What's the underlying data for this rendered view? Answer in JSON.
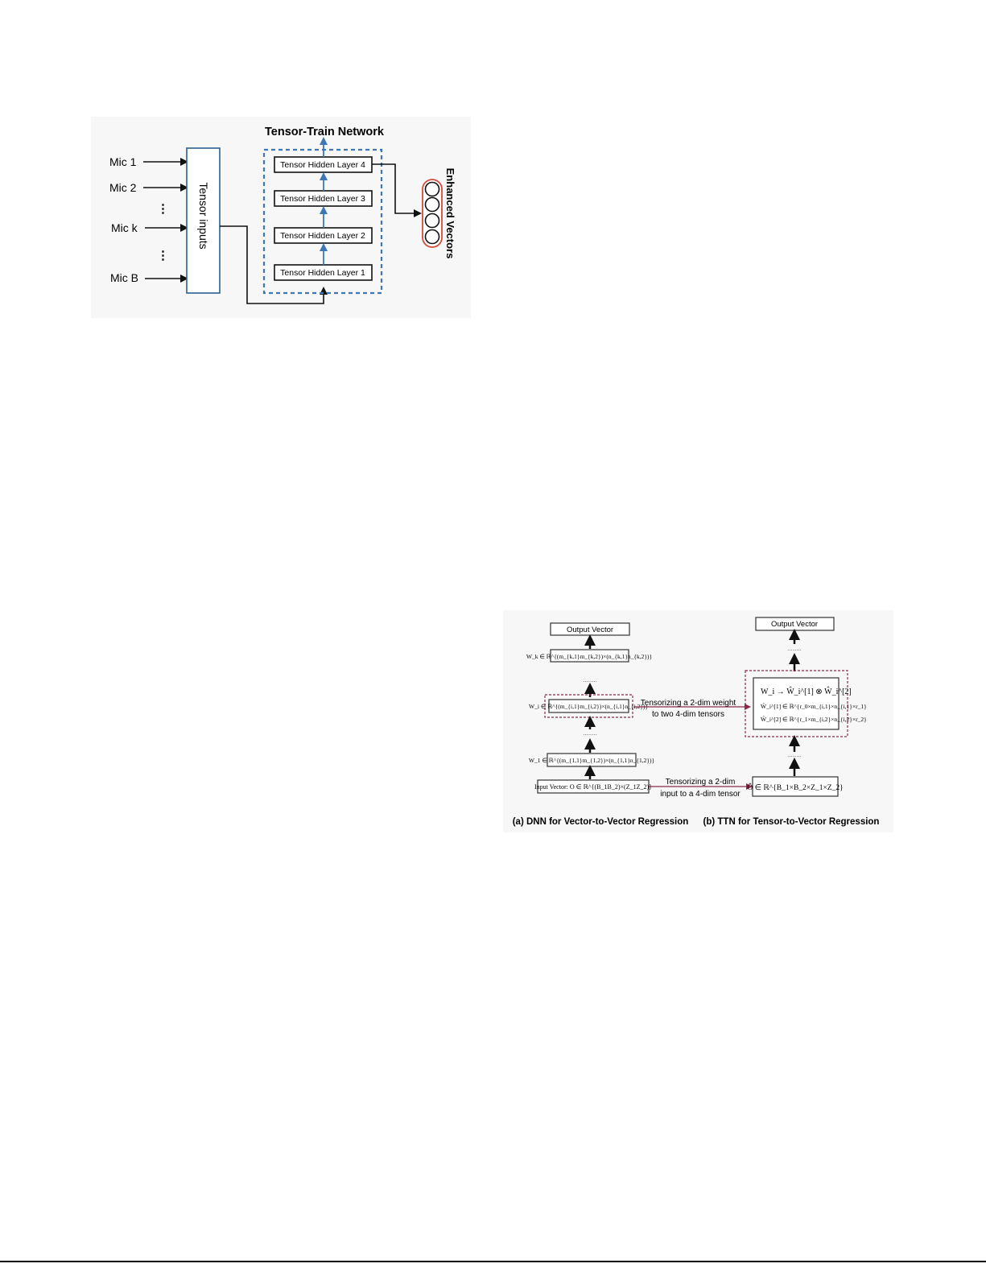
{
  "figure1": {
    "title": "Tensor-Train Network",
    "mics": [
      "Mic 1",
      "Mic 2",
      "Mic k",
      "Mic B"
    ],
    "ellipsis": "⋮",
    "tensor_inputs_label": "Tensor inputs",
    "hidden_layers": [
      "Tensor Hidden Layer 4",
      "Tensor Hidden Layer 3",
      "Tensor Hidden Layer 2",
      "Tensor Hidden Layer 1"
    ],
    "output_label": "Enhanced Vectors",
    "colors": {
      "accent_blue": "#3d78b4",
      "box_border": "#2a5f8f",
      "output_ring": "#d64a3b"
    }
  },
  "figure2": {
    "left": {
      "output": "Output Vector",
      "wk": "W_k ∈ ℝ^{(m_{k,1}m_{k,2})×(n_{k,1}n_{k,2})}",
      "wi": "W_i ∈ ℝ^{(m_{i,1}m_{i,2})×(n_{i,1}n_{i,2})}",
      "w1": "W_1 ∈ ℝ^{(m_{1,1}m_{1,2})×(n_{1,1}n_{1,2})}",
      "input": "Input Vector: O ∈ ℝ^{(B_1B_2)×(Z_1Z_2)}",
      "dots": "........",
      "caption": "(a) DNN for Vector-to-Vector Regression"
    },
    "right": {
      "output": "Output Vector",
      "decomp": "W_i → Ŵ_i^[1] ⊗ Ŵ_i^[2]",
      "core1": "Ŵ_i^[1] ∈ ℝ^{r_0×m_{i,1}×n_{i,1}×r_1}",
      "core2": "Ŵ_i^[2] ∈ ℝ^{r_1×m_{i,2}×n_{i,2}×r_2}",
      "input": "Ô ∈ ℝ^{B_1×B_2×Z_1×Z_2}",
      "dots": "........",
      "caption": "(b) TTN for Tensor-to-Vector Regression"
    },
    "arrow_weight": [
      "Tensorizing a 2-dim weight",
      "to two 4-dim tensors"
    ],
    "arrow_input": [
      "Tensorizing a 2-dim",
      "input to a 4-dim tensor"
    ],
    "colors": {
      "dashed_box": "#8b2a4a",
      "tensorize_arrow": "#8b2a4a"
    }
  }
}
